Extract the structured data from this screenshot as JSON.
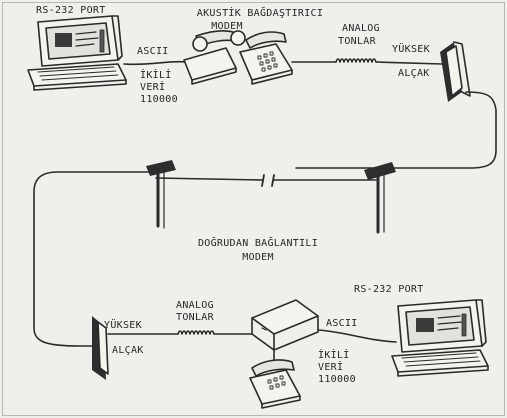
{
  "labels": {
    "top_port": "RS-232 PORT",
    "acoustic_modem_1": "AKUSTİK BAĞDAŞTIRICI",
    "acoustic_modem_2": "MODEM",
    "top_ascii": "ASCII",
    "top_binary_1": "İKİLİ",
    "top_binary_2": "VERİ",
    "top_binary_3": "110000",
    "top_analog_1": "ANALOG",
    "top_analog_2": "TONLAR",
    "top_high": "YÜKSEK",
    "top_low": "ALÇAK",
    "direct_modem_1": "DOĞRUDAN BAĞLANTILI",
    "direct_modem_2": "MODEM",
    "bottom_port": "RS-232 PORT",
    "bottom_high": "YÜKSEK",
    "bottom_low": "ALÇAK",
    "bottom_analog_1": "ANALOG",
    "bottom_analog_2": "TONLAR",
    "bottom_ascii": "ASCII",
    "bottom_binary_1": "İKİLİ",
    "bottom_binary_2": "VERİ",
    "bottom_binary_3": "110000"
  }
}
